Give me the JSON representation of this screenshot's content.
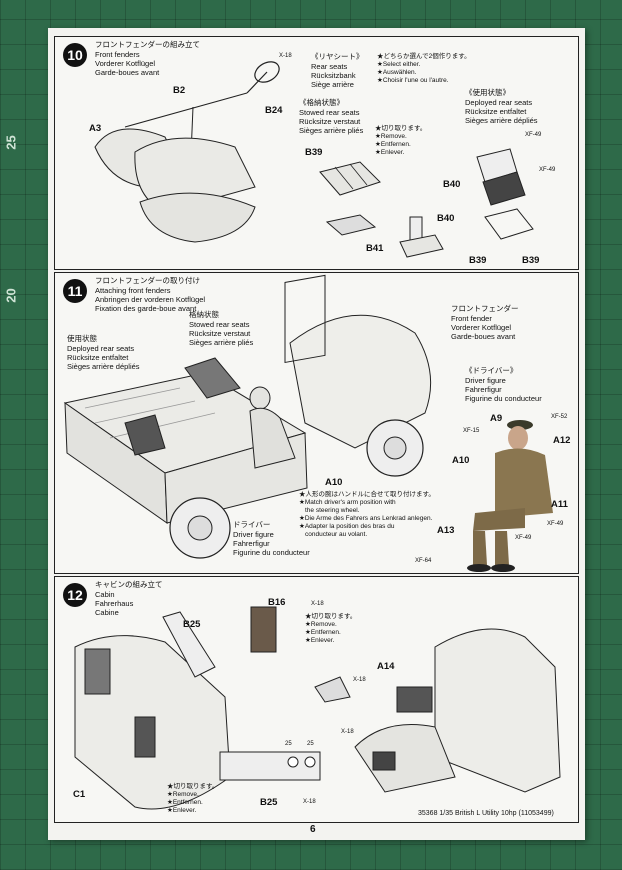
{
  "mat": {
    "n1": "25",
    "n2": "20"
  },
  "step10": {
    "number": "10",
    "title_ja": "フロントフェンダーの組み立て",
    "title_en": "Front fenders",
    "title_de": "Vorderer Kotflügel",
    "title_fr": "Garde-boues avant",
    "rear_seats": {
      "ja": "《リヤシート》",
      "en": "Rear seats",
      "de": "Rücksitzbank",
      "fr": "Siège arrière"
    },
    "select": {
      "ja": "★どちらか選んで2個作ります。",
      "en": "★Select either.",
      "de": "★Auswählen.",
      "fr": "★Choisir l'une ou l'autre."
    },
    "stowed": {
      "ja": "《格納状態》",
      "en": "Stowed rear seats",
      "de": "Rücksitze verstaut",
      "fr": "Sièges arrière pliés"
    },
    "remove": {
      "ja": "★切り取ります。",
      "en": "★Remove.",
      "de": "★Entfernen.",
      "fr": "★Enlever."
    },
    "deployed": {
      "ja": "《使用状態》",
      "en": "Deployed rear seats",
      "de": "Rücksitze entfaltet",
      "fr": "Sièges arrière dépliés"
    },
    "parts": {
      "b2": "B2",
      "a3": "A3",
      "b24": "B24",
      "xf18": "X-18",
      "b39a": "B39",
      "b41": "B41",
      "b40a": "B40",
      "b40b": "B40",
      "b39b": "B39",
      "b39c": "B39",
      "xf49": "XF-49",
      "xf48": "XF-49"
    }
  },
  "step11": {
    "number": "11",
    "title_ja": "フロントフェンダーの取り付け",
    "title_en": "Attaching front fenders",
    "title_de": "Anbringen der vorderen Kotflügel",
    "title_fr": "Fixation des garde-boue avant",
    "deployed": {
      "ja": "使用状態",
      "en": "Deployed rear seats",
      "de": "Rücksitze entfaltet",
      "fr": "Sièges arrière dépliés"
    },
    "stowed": {
      "ja": "格納状態",
      "en": "Stowed rear seats",
      "de": "Rücksitze verstaut",
      "fr": "Sièges arrière pliés"
    },
    "fender": {
      "ja": "フロントフェンダー",
      "en": "Front fender",
      "de": "Vorderer Kotflügel",
      "fr": "Garde-boues avant"
    },
    "driver": {
      "ja": "《ドライバー》",
      "en": "Driver figure",
      "de": "Fahrerfigur",
      "fr": "Figurine du conducteur"
    },
    "driver2": {
      "ja": "ドライバー",
      "en": "Driver figure",
      "de": "Fahrerfigur",
      "fr": "Figurine du conducteur"
    },
    "arm": {
      "ja": "★人形の腕はハンドルに合せて取り付けます。",
      "en1": "★Match driver's arm position with",
      "en2": "the steering wheel.",
      "de": "★Die Arme des Fahrers ans Lenkrad anlegen.",
      "fr1": "★Adapter la position des bras du",
      "fr2": "conducteur au volant."
    },
    "parts": {
      "a10a": "A10",
      "a10b": "A10",
      "a9": "A9",
      "a12": "A12",
      "a11": "A11",
      "a13": "A13",
      "xf15": "XF-15",
      "xf52": "XF-52",
      "xf49": "XF-49",
      "xf40": "XF-49",
      "xf64": "XF-64"
    }
  },
  "step12": {
    "number": "12",
    "title_ja": "キャビンの組み立て",
    "title_en": "Cabin",
    "title_de": "Fahrerhaus",
    "title_fr": "Cabine",
    "remove": {
      "ja": "★切り取ります。",
      "en": "★Remove.",
      "de": "★Entfernen.",
      "fr": "★Enlever."
    },
    "parts": {
      "b16": "B16",
      "b25a": "B25",
      "b25b": "B25",
      "c1": "C1",
      "a14": "A14",
      "xf18a": "X-18",
      "xf18b": "X-18",
      "xf18c": "X-18",
      "xf18d": "X-18",
      "n25a": "25",
      "n25b": "25"
    }
  },
  "footer": {
    "page": "6",
    "code": "35368  1/35 British L Utility 10hp (11053499)"
  }
}
